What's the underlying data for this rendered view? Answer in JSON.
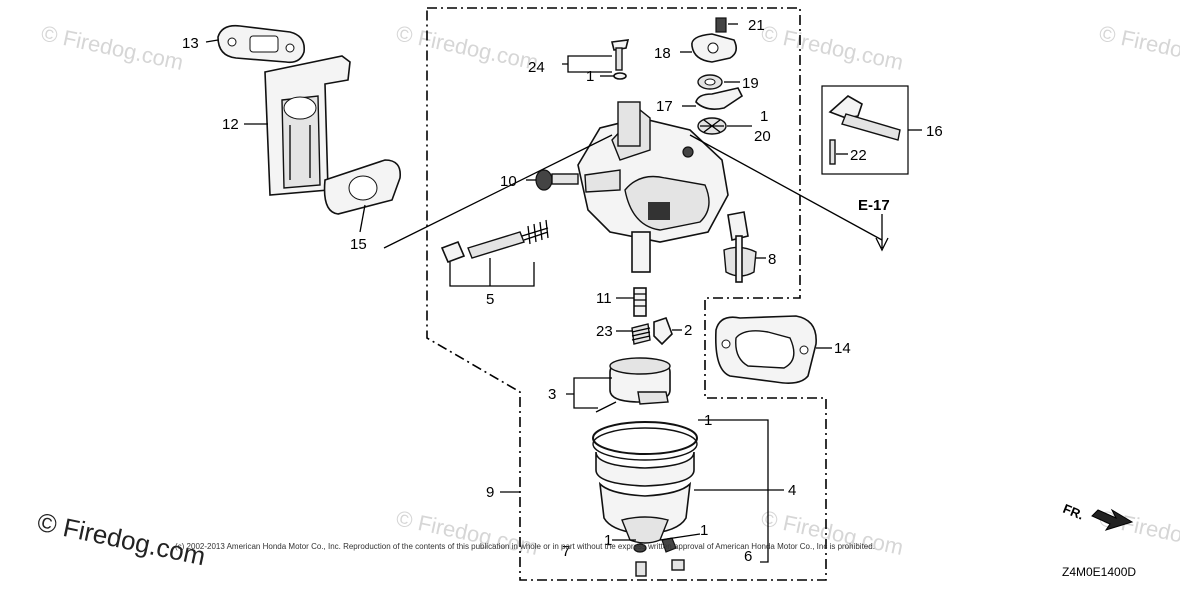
{
  "watermark": {
    "text": "© Firedog.com",
    "brand": "© Firedog.com"
  },
  "copyright": "(c) 2002-2013 American Honda Motor Co., Inc. Reproduction of the contents of this publication in whole or in part without the express written approval of American Honda Motor Co., Inc is prohibited.",
  "diagram_code": "Z4M0E1400D",
  "reference": "E-17",
  "direction_label": "FR.",
  "callouts": [
    "1",
    "2",
    "3",
    "4",
    "5",
    "6",
    "7",
    "8",
    "9",
    "10",
    "11",
    "12",
    "13",
    "14",
    "15",
    "16",
    "17",
    "18",
    "19",
    "20",
    "21",
    "22",
    "23",
    "24"
  ],
  "colors": {
    "line": "#000000",
    "watermark": "#d6d6d6",
    "background": "#ffffff"
  }
}
